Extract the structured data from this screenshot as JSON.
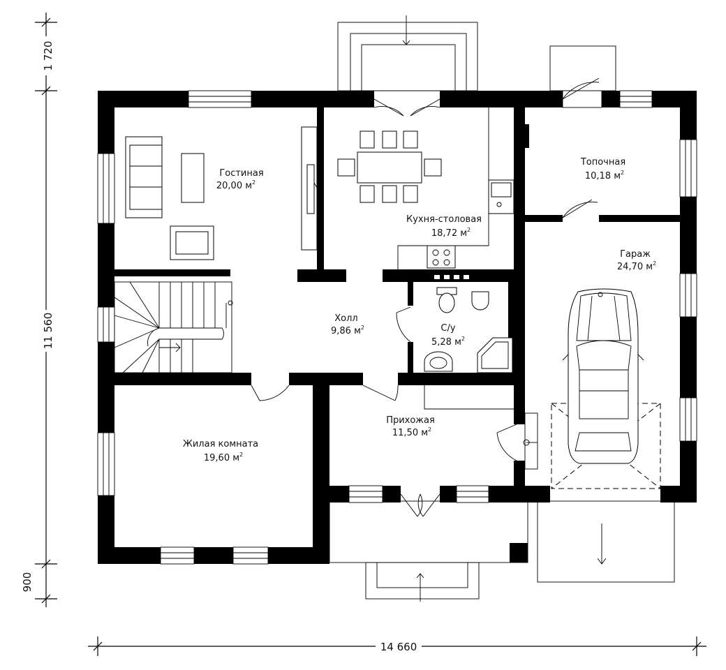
{
  "rooms": [
    {
      "key": "living",
      "name": "Гостиная",
      "area": "20,00 м",
      "sup": "2"
    },
    {
      "key": "kitchen",
      "name": "Кухня-столовая",
      "area": "18,72 м",
      "sup": "2"
    },
    {
      "key": "boiler",
      "name": "Топочная",
      "area": "10,18 м",
      "sup": "2"
    },
    {
      "key": "hall",
      "name": "Холл",
      "area": "9,86 м",
      "sup": "2"
    },
    {
      "key": "wc",
      "name": "С/у",
      "area": "5,28 м",
      "sup": "2"
    },
    {
      "key": "garage",
      "name": "Гараж",
      "area": "24,70 м",
      "sup": "2"
    },
    {
      "key": "bedroom",
      "name": "Жилая комната",
      "area": "19,60 м",
      "sup": "2"
    },
    {
      "key": "entry",
      "name": "Прихожая",
      "area": "11,50 м",
      "sup": "2"
    }
  ],
  "dimensions": {
    "top_offset": "1 720",
    "height": "11 560",
    "bottom_offset": "900",
    "width": "14 660"
  }
}
